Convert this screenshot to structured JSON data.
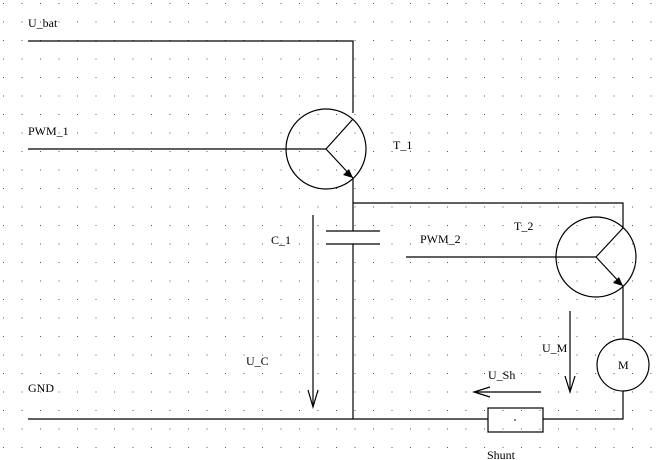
{
  "labels": {
    "u_bat": "U_bat",
    "pwm_1": "PWM_1",
    "t_1": "T_1",
    "c_1": "C_1",
    "pwm_2": "PWM_2",
    "t_2": "T_2",
    "u_c": "U_C",
    "u_m": "U_M",
    "motor": "M",
    "u_sh": "U_Sh",
    "gnd": "GND",
    "shunt": "Shunt"
  },
  "colors": {
    "line": "#000000",
    "grid_dot": "#555555",
    "background": "#ffffff"
  }
}
